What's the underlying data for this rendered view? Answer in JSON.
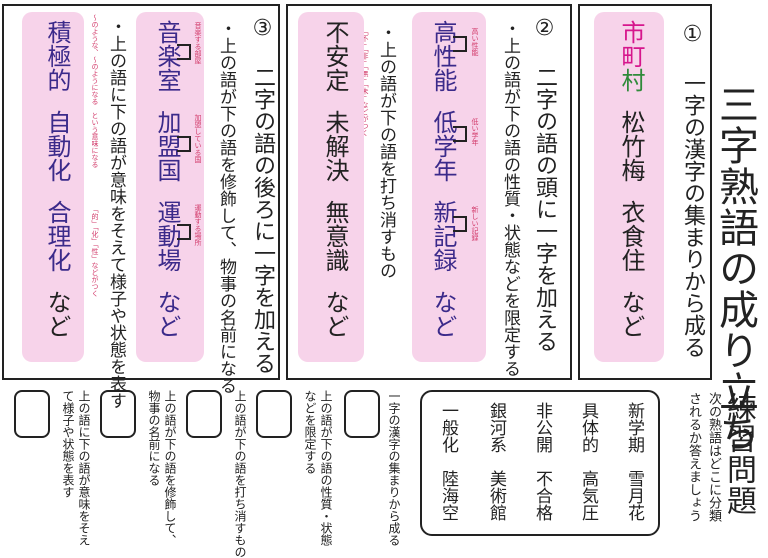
{
  "title": "三字熟語の成り立ち",
  "section1": {
    "heading": "① 一字の漢字の集まりから成る",
    "examples": [
      "市町村",
      "松竹梅",
      "衣食住"
    ],
    "example1_chars": [
      "市",
      "町",
      "村"
    ],
    "etc": "など"
  },
  "section2": {
    "heading": "② 二字の語の頭に一字を加える",
    "bullet1": "・上の語が下の語の性質・状態などを限定する",
    "examples": [
      "高性能",
      "低学年",
      "新記録"
    ],
    "annotations": [
      "高い性能",
      "低い学年",
      "新しい記録"
    ],
    "etc": "など",
    "bullet2": "・上の語が下の語を打ち消すもの",
    "neg_examples": [
      "不安定",
      "未解決",
      "無意識"
    ],
    "neg_note": "「不」「非」「無」「未」などがつく",
    "etc2": "など"
  },
  "section3": {
    "heading": "③ 二字の語の後ろに一字を加える",
    "bullet1": "・上の語が下の語を修飾して、物事の名前になる",
    "examples": [
      "音楽室",
      "加盟国",
      "運動場"
    ],
    "annotations": [
      "音楽する部屋",
      "加盟している国",
      "運動する場所"
    ],
    "etc": "など",
    "bullet2": "・上の語に下の語が意味をそえて様子や状態を表す",
    "suf_examples": [
      "積極的",
      "自動化",
      "合理化"
    ],
    "suf_note1": "〜のような、〜のようになる　という意味になる",
    "suf_note2": "「的」「化」「性」などがつく",
    "etc2": "など"
  },
  "practice": {
    "title": "練習問題",
    "instruction1": "次の熟語はどこに分類",
    "instruction2": "されるか答えましょう",
    "words": [
      [
        "新学期",
        "雪月花"
      ],
      [
        "具体的",
        "高気圧"
      ],
      [
        "非公開",
        "不合格"
      ],
      [
        "銀河系",
        "美術館"
      ],
      [
        "一般化",
        "陸海空"
      ]
    ],
    "categories": [
      [
        "一字の漢字の集まりから成る"
      ],
      [
        "上の語が下の語の性質・状態",
        "などを限定する"
      ],
      [
        "上の語が下の語を打ち消すもの"
      ],
      [
        "上の語が下の語を修飾して、",
        "物事の名前になる"
      ],
      [
        "上の語に下の語が意味をそえ",
        "て様子や状態を表す"
      ]
    ]
  },
  "colors": {
    "pink_box": "#f7d3ea",
    "word": "#3b2a8a",
    "red": "#d23a6a",
    "magenta": "#d6168c",
    "green": "#2f8a3a"
  }
}
